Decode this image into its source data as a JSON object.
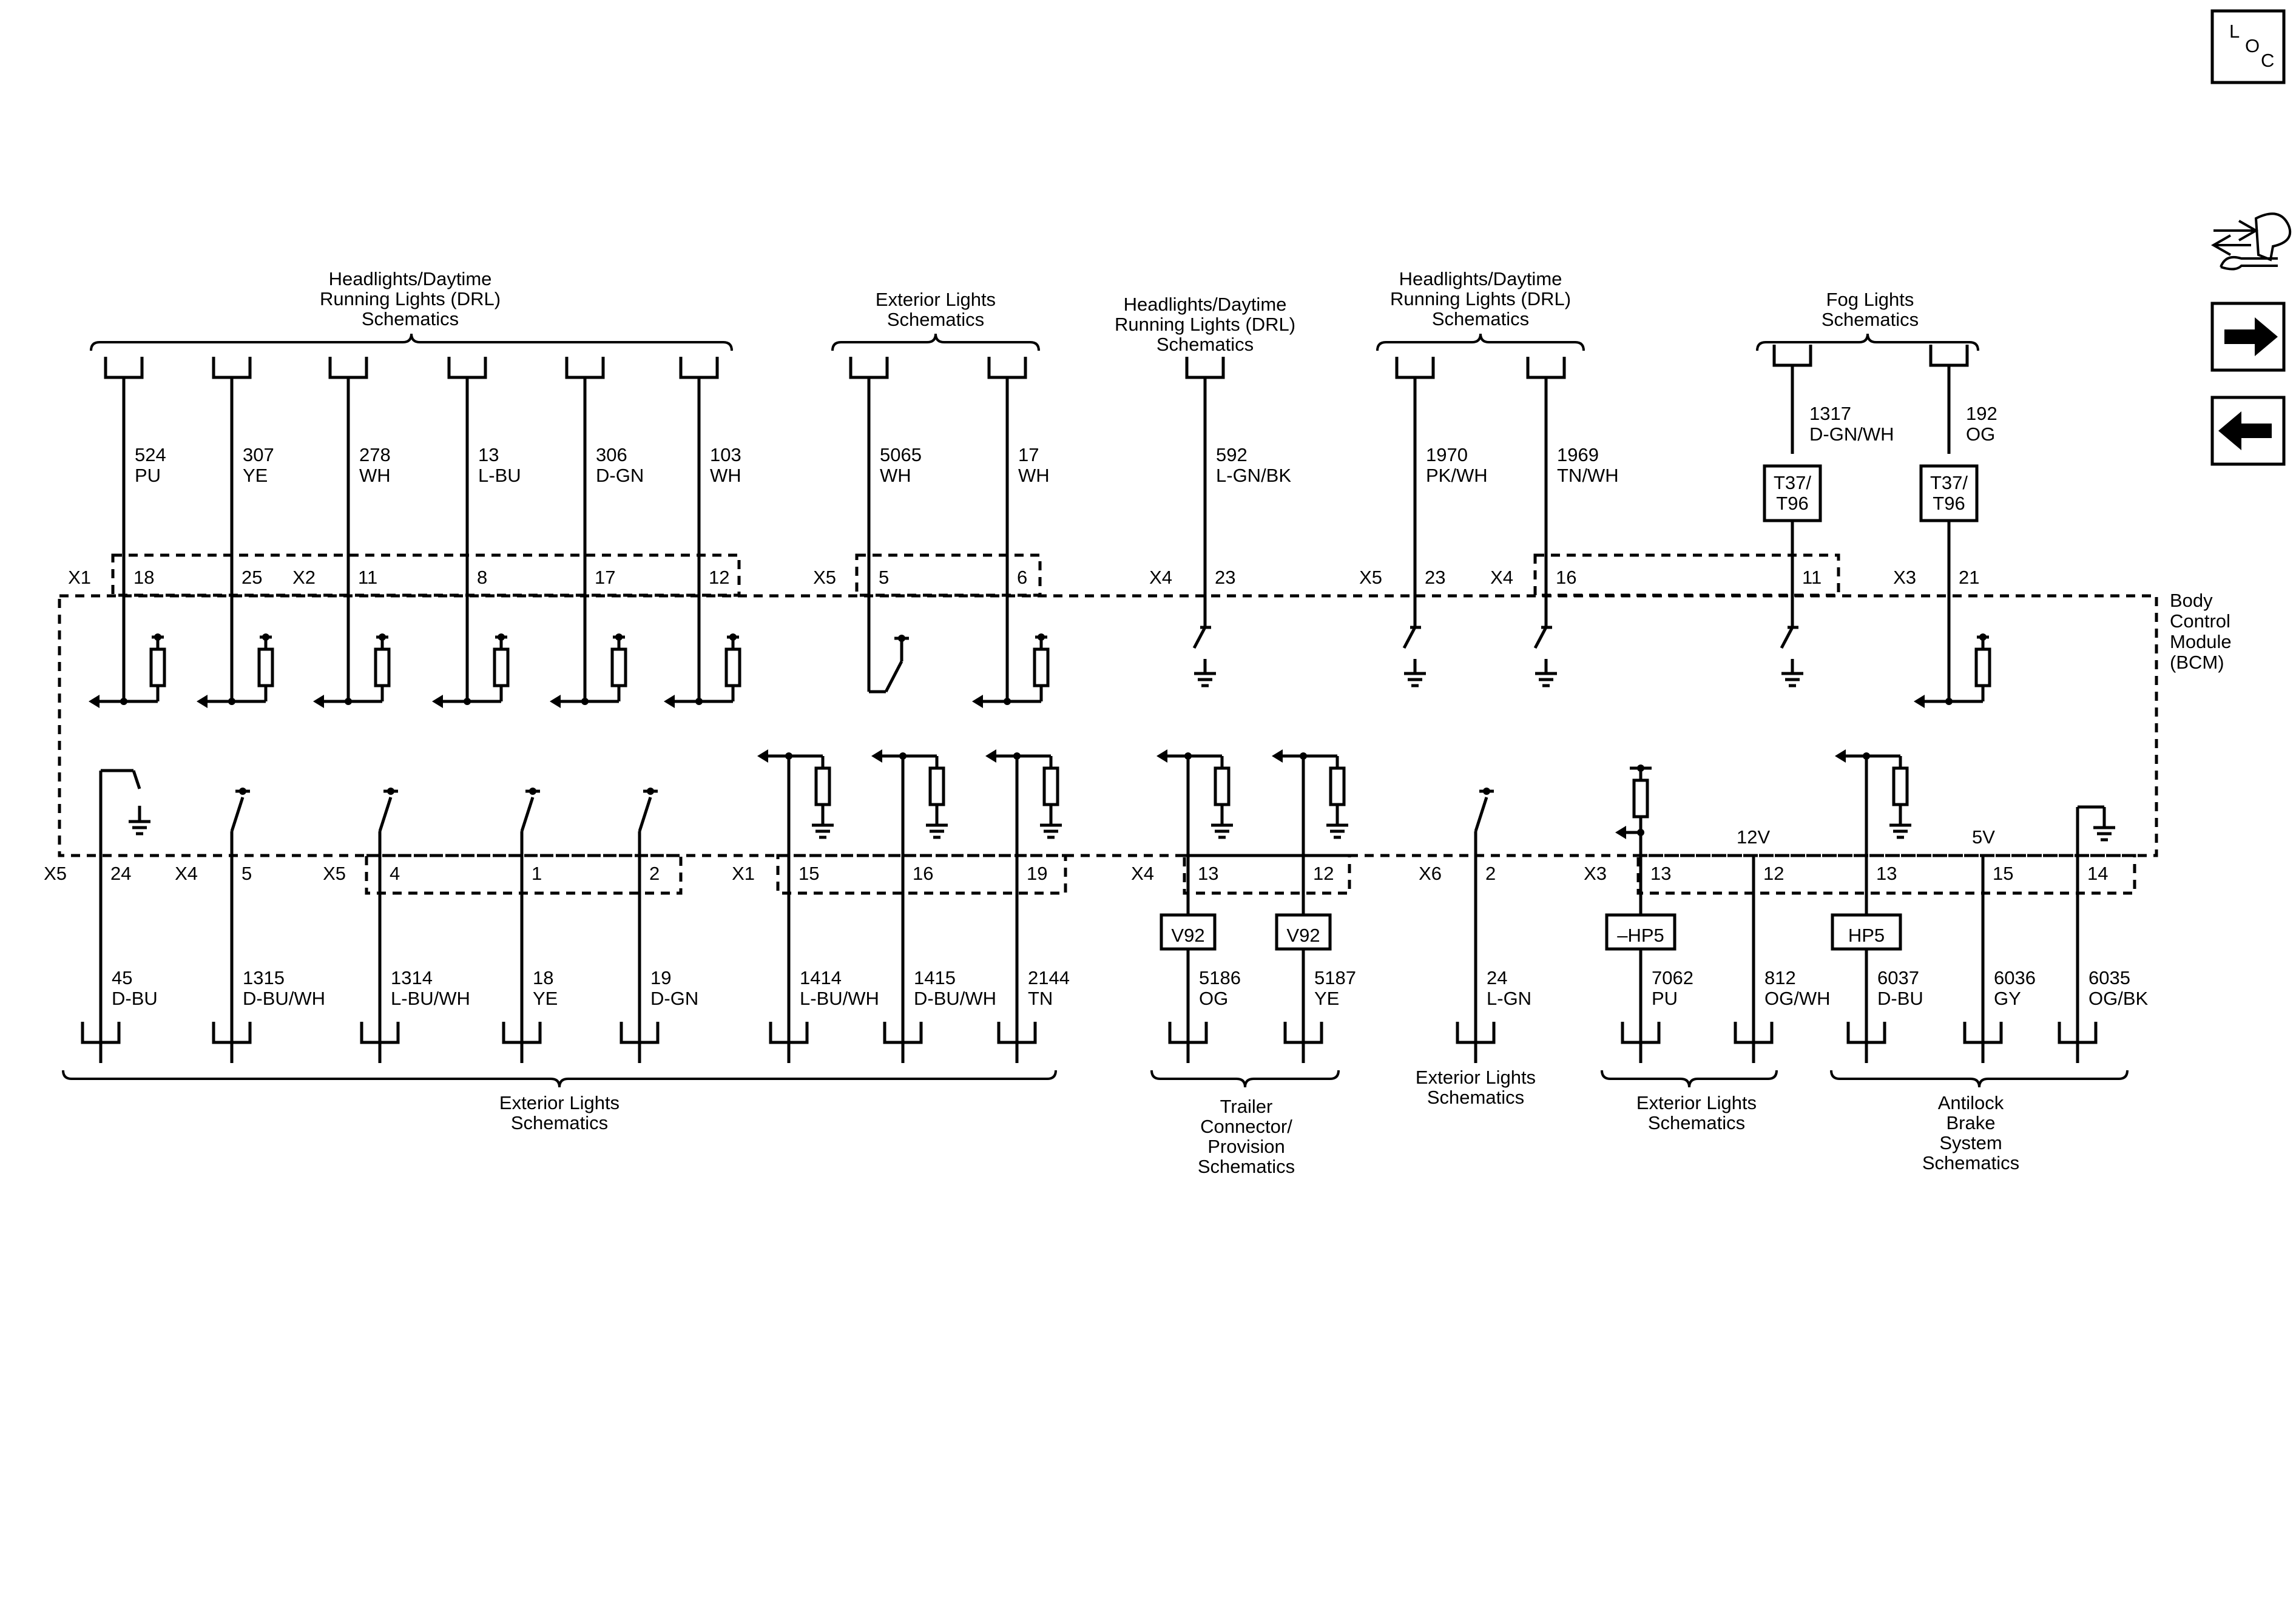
{
  "module": {
    "name_lines": [
      "Body",
      "Control",
      "Module",
      "(BCM)"
    ]
  },
  "nav": {
    "loc_l": "L",
    "loc_o": "O",
    "loc_c": "C"
  },
  "refs": [
    {
      "lines": [
        "Headlights/Daytime",
        "Running Lights (DRL)",
        "Schematics"
      ]
    },
    {
      "lines": [
        "Exterior Lights",
        "Schematics"
      ]
    },
    {
      "lines": [
        "Headlights/Daytime",
        "Running Lights (DRL)",
        "Schematics"
      ]
    },
    {
      "lines": [
        "Headlights/Daytime",
        "Running Lights (DRL)",
        "Schematics"
      ]
    },
    {
      "lines": [
        "Fog Lights",
        "Schematics"
      ]
    },
    {
      "lines": [
        "Exterior Lights",
        "Schematics"
      ]
    },
    {
      "lines": [
        "Trailer",
        "Connector/",
        "Provision",
        "Schematics"
      ]
    },
    {
      "lines": [
        "Exterior Lights",
        "Schematics"
      ]
    },
    {
      "lines": [
        "Exterior Lights",
        "Schematics"
      ]
    },
    {
      "lines": [
        "Antilock",
        "Brake",
        "System",
        "Schematics"
      ]
    }
  ],
  "top_connectors": [
    {
      "conn": "X1",
      "pin": "18"
    },
    {
      "conn": "",
      "pin": "25"
    },
    {
      "conn": "X2",
      "pin": "11"
    },
    {
      "conn": "",
      "pin": "8"
    },
    {
      "conn": "",
      "pin": "17"
    },
    {
      "conn": "",
      "pin": "12"
    },
    {
      "conn": "X5",
      "pin": "5"
    },
    {
      "conn": "",
      "pin": "6"
    },
    {
      "conn": "X4",
      "pin": "23"
    },
    {
      "conn": "X5",
      "pin": "23"
    },
    {
      "conn": "X4",
      "pin": "16"
    },
    {
      "conn": "",
      "pin": "11"
    },
    {
      "conn": "X3",
      "pin": "21"
    }
  ],
  "top_wires": [
    {
      "circuit": "524",
      "color": "PU"
    },
    {
      "circuit": "307",
      "color": "YE"
    },
    {
      "circuit": "278",
      "color": "WH"
    },
    {
      "circuit": "13",
      "color": "L-BU"
    },
    {
      "circuit": "306",
      "color": "D-GN"
    },
    {
      "circuit": "103",
      "color": "WH"
    },
    {
      "circuit": "5065",
      "color": "WH"
    },
    {
      "circuit": "17",
      "color": "WH"
    },
    {
      "circuit": "592",
      "color": "L-GN/BK"
    },
    {
      "circuit": "1970",
      "color": "PK/WH"
    },
    {
      "circuit": "1969",
      "color": "TN/WH"
    },
    {
      "circuit": "1317",
      "color": "D-GN/WH"
    },
    {
      "circuit": "192",
      "color": "OG"
    }
  ],
  "top_options": [
    {
      "line1": "T37/",
      "line2": "T96"
    },
    {
      "line1": "T37/",
      "line2": "T96"
    }
  ],
  "bottom_connectors": [
    {
      "conn": "X5",
      "pin": "24"
    },
    {
      "conn": "X4",
      "pin": "5"
    },
    {
      "conn": "X5",
      "pin": "4"
    },
    {
      "conn": "",
      "pin": "1"
    },
    {
      "conn": "",
      "pin": "2"
    },
    {
      "conn": "X1",
      "pin": "15"
    },
    {
      "conn": "",
      "pin": "16"
    },
    {
      "conn": "",
      "pin": "19"
    },
    {
      "conn": "X4",
      "pin": "13"
    },
    {
      "conn": "",
      "pin": "12"
    },
    {
      "conn": "X6",
      "pin": "2"
    },
    {
      "conn": "X3",
      "pin": "13"
    },
    {
      "conn": "",
      "pin": "12"
    },
    {
      "conn": "",
      "pin": "13"
    },
    {
      "conn": "",
      "pin": "15"
    },
    {
      "conn": "",
      "pin": "14"
    }
  ],
  "bottom_wires": [
    {
      "circuit": "45",
      "color": "D-BU"
    },
    {
      "circuit": "1315",
      "color": "D-BU/WH"
    },
    {
      "circuit": "1314",
      "color": "L-BU/WH"
    },
    {
      "circuit": "18",
      "color": "YE"
    },
    {
      "circuit": "19",
      "color": "D-GN"
    },
    {
      "circuit": "1414",
      "color": "L-BU/WH"
    },
    {
      "circuit": "1415",
      "color": "D-BU/WH"
    },
    {
      "circuit": "2144",
      "color": "TN"
    },
    {
      "circuit": "5186",
      "color": "OG"
    },
    {
      "circuit": "5187",
      "color": "YE"
    },
    {
      "circuit": "24",
      "color": "L-GN"
    },
    {
      "circuit": "7062",
      "color": "PU"
    },
    {
      "circuit": "812",
      "color": "OG/WH"
    },
    {
      "circuit": "6037",
      "color": "D-BU"
    },
    {
      "circuit": "6036",
      "color": "GY"
    },
    {
      "circuit": "6035",
      "color": "OG/BK"
    }
  ],
  "bottom_options": [
    {
      "label": "V92"
    },
    {
      "label": "V92"
    },
    {
      "label": "–HP5"
    },
    {
      "label": "HP5"
    }
  ],
  "supply": {
    "v12": "12V",
    "v5": "5V"
  }
}
